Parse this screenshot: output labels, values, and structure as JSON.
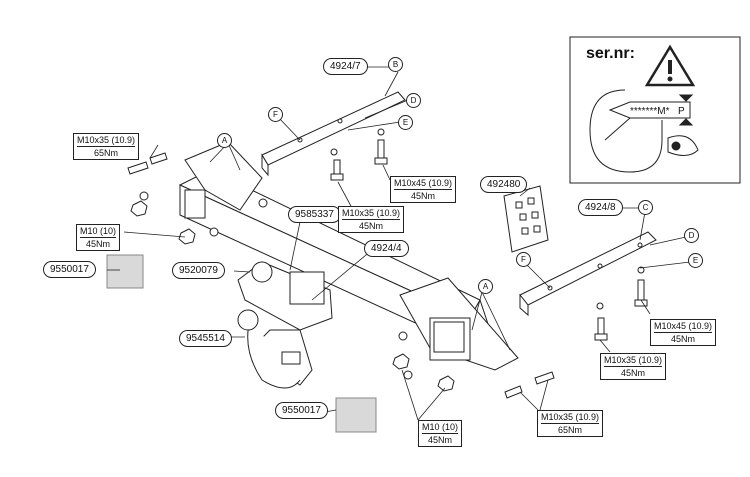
{
  "sernr": {
    "title": "ser.nr:",
    "plate_text": "*******M*",
    "plate_p": "P"
  },
  "callouts": [
    {
      "id": "bolt-m10x35-topleft",
      "spec": "M10x35 (10.9)",
      "torque": "65Nm"
    },
    {
      "id": "bolt-m10x45-left",
      "spec": "M10x45 (10.9)",
      "torque": "45Nm"
    },
    {
      "id": "bolt-m10x35-left",
      "spec": "M10x35 (10.9)",
      "torque": "45Nm"
    },
    {
      "id": "nut-m10-left",
      "spec": "M10 (10)",
      "torque": "45Nm"
    },
    {
      "id": "bolt-m10x45-right",
      "spec": "M10x45 (10.9)",
      "torque": "45Nm"
    },
    {
      "id": "bolt-m10x35-right",
      "spec": "M10x35 (10.9)",
      "torque": "45Nm"
    },
    {
      "id": "nut-m10-bottom",
      "spec": "M10 (10)",
      "torque": "45Nm"
    },
    {
      "id": "bolt-m10x35-bottom",
      "spec": "M10x35 (10.9)",
      "torque": "65Nm"
    }
  ],
  "part_numbers": {
    "p4924_7": "4924/7",
    "p4924_8": "4924/8",
    "p4924_4": "4924/4",
    "p492480": "492480",
    "p9585337": "9585337",
    "p9520079": "9520079",
    "p9545514": "9545514",
    "p9550017_top": "9550017",
    "p9550017_bottom": "9550017"
  },
  "letters": {
    "A": "A",
    "B": "B",
    "C": "C",
    "D": "D",
    "E": "E",
    "F": "F"
  }
}
